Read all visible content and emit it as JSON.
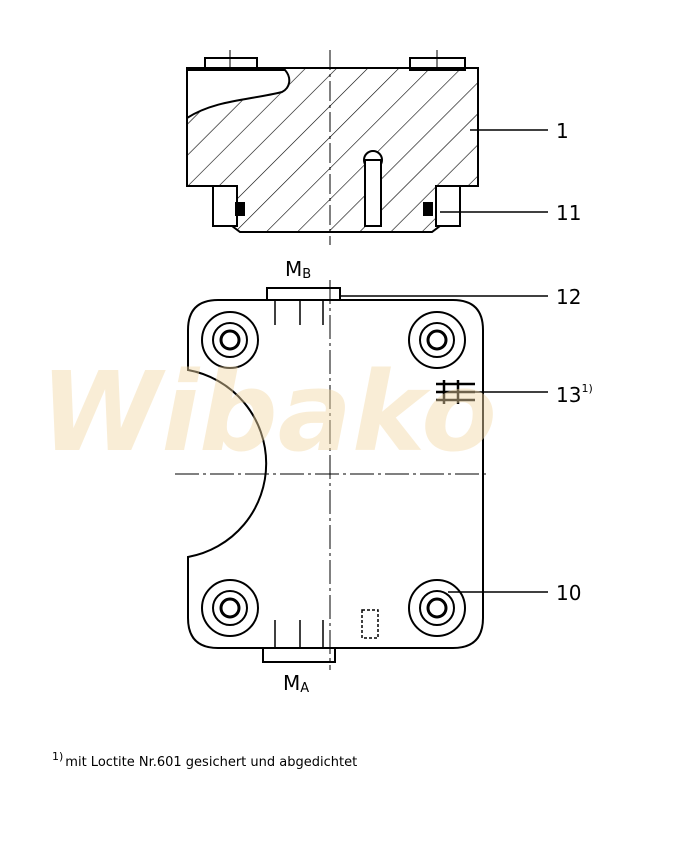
{
  "watermark": "Wibako",
  "labels": {
    "part_1": "1",
    "part_11": "11",
    "port_b_main": "M",
    "port_b_sub": "B",
    "part_12": "12",
    "part_13": "13",
    "part_13_sup": "1)",
    "part_10": "10",
    "port_a_main": "M",
    "port_a_sub": "A"
  },
  "footnote": {
    "marker": "1)",
    "text": "mit Loctite Nr.601 gesichert und abgedichtet"
  }
}
